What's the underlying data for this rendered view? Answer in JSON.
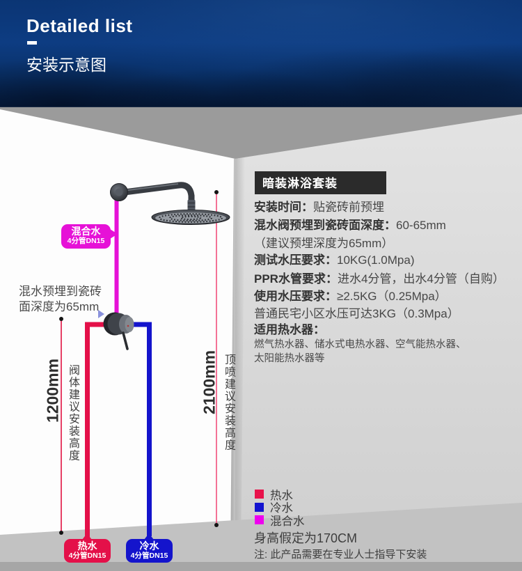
{
  "header": {
    "title": "Detailed list",
    "subtitle": "安装示意图"
  },
  "panel": {
    "title": "暗装淋浴套装",
    "lines": [
      {
        "label": "安装时间：",
        "value": "贴瓷砖前预埋"
      },
      {
        "label": "混水阀预埋到瓷砖面深度：",
        "value": "60-65mm"
      },
      {
        "label": "",
        "value": "（建议预埋深度为65mm）"
      },
      {
        "label": "测试水压要求：",
        "value": "10KG(1.0Mpa)"
      },
      {
        "label": "PPR水管要求：",
        "value": "进水4分管，出水4分管（自购）"
      },
      {
        "label": "使用水压要求：",
        "value": "≥2.5KG（0.25Mpa）"
      },
      {
        "label": "",
        "value": "普通民宅小区水压可达3KG（0.3Mpa）"
      },
      {
        "label": "适用热水器：",
        "value": ""
      },
      {
        "label": "",
        "value": "燃气热水器、储水式电热水器、空气能热水器、"
      },
      {
        "label": "",
        "value": "太阳能热水器等"
      }
    ],
    "legend": [
      {
        "color": "#e8134b",
        "label": "热水"
      },
      {
        "color": "#1313cf",
        "label": "冷水"
      },
      {
        "color": "#ee00ee",
        "label": "混合水"
      }
    ],
    "height_note": "身高假定为170CM",
    "install_note": "注: 此产品需要在专业人士指导下安装"
  },
  "diagram": {
    "mixed_badge": {
      "line1": "混合水",
      "line2": "4分管DN15"
    },
    "hot_badge": {
      "line1": "热水",
      "line2": "4分管DN15"
    },
    "cold_badge": {
      "line1": "冷水",
      "line2": "4分管DN15"
    },
    "depth_note": {
      "line1": "混水预埋到瓷砖",
      "line2": "面深度为65mm"
    },
    "valve_height": {
      "value": "1200mm",
      "label": "阀体建议安装高度"
    },
    "shower_height": {
      "value": "2100mm",
      "label": "顶喷建议安装高度"
    },
    "colors": {
      "hot": "#e41049",
      "cold": "#1414cc",
      "mixed": "#e611d7"
    }
  }
}
